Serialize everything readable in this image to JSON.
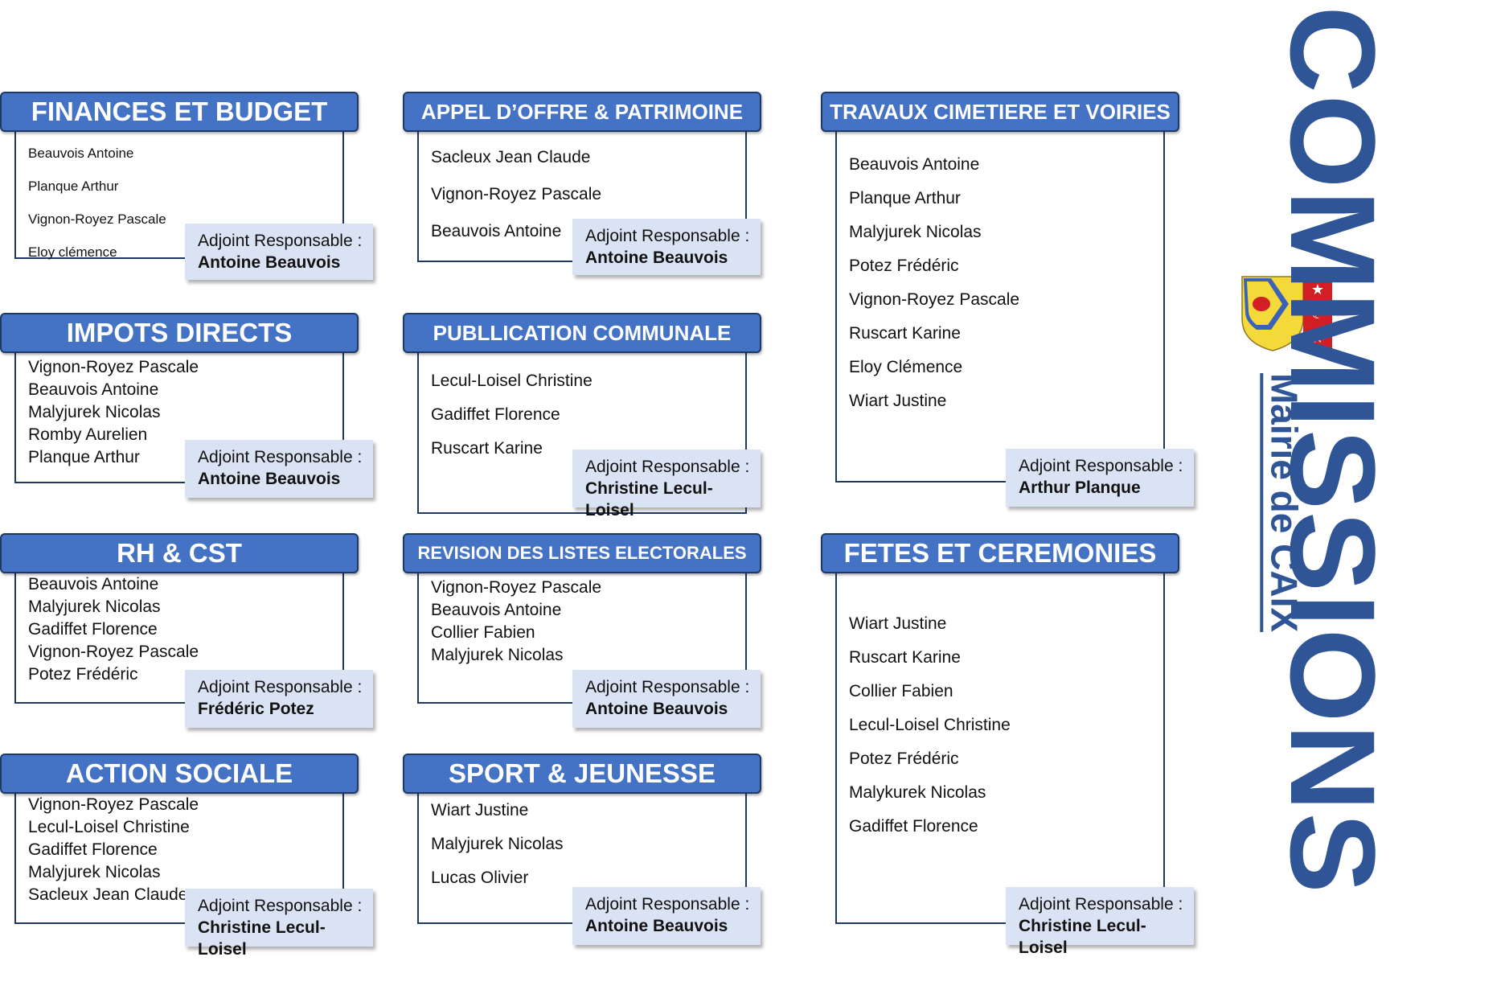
{
  "title": "COMMISSIONS",
  "subtitle": "Mairie de CAIX",
  "adjoint_label": "Adjoint Responsable :",
  "commissions": [
    {
      "name": "FINANCES ET BUDGET",
      "members": [
        "Beauvois Antoine",
        "Planque Arthur",
        "Vignon-Royez Pascale",
        "Eloy clémence"
      ],
      "responsable": "Antoine Beauvois"
    },
    {
      "name": "IMPOTS DIRECTS",
      "members": [
        "Vignon-Royez Pascale",
        "Beauvois Antoine",
        "Malyjurek Nicolas",
        "Romby Aurelien",
        "Planque Arthur"
      ],
      "responsable": "Antoine Beauvois"
    },
    {
      "name": "RH & CST",
      "members": [
        "Beauvois Antoine",
        "Malyjurek Nicolas",
        "Gadiffet Florence",
        "Vignon-Royez Pascale",
        "Potez Frédéric"
      ],
      "responsable": "Frédéric Potez"
    },
    {
      "name": "ACTION SOCIALE",
      "members": [
        "Vignon-Royez Pascale",
        "Lecul-Loisel Christine",
        "Gadiffet Florence",
        "Malyjurek Nicolas",
        "Sacleux Jean Claude"
      ],
      "responsable": "Christine Lecul-Loisel"
    },
    {
      "name": "APPEL D’OFFRE & PATRIMOINE",
      "members": [
        "Sacleux Jean Claude",
        "Vignon-Royez Pascale",
        "Beauvois Antoine"
      ],
      "responsable": "Antoine Beauvois"
    },
    {
      "name": "PUBLLICATION COMMUNALE",
      "members": [
        "Lecul-Loisel Christine",
        "Gadiffet Florence",
        "Ruscart Karine"
      ],
      "responsable": "Christine Lecul-Loisel"
    },
    {
      "name": "REVISION DES LISTES ELECTORALES",
      "members": [
        "Vignon-Royez Pascale",
        "Beauvois Antoine",
        "Collier Fabien",
        "Malyjurek Nicolas"
      ],
      "responsable": "Antoine Beauvois"
    },
    {
      "name": "SPORT & JEUNESSE",
      "members": [
        "Wiart Justine",
        "Malyjurek Nicolas",
        "Lucas Olivier"
      ],
      "responsable": "Antoine Beauvois"
    },
    {
      "name": "TRAVAUX CIMETIERE ET VOIRIES",
      "members": [
        "Beauvois Antoine",
        "Planque Arthur",
        "Malyjurek Nicolas",
        "Potez Frédéric",
        "Vignon-Royez Pascale",
        "Ruscart Karine",
        "Eloy Clémence",
        "Wiart Justine"
      ],
      "responsable": "Arthur Planque"
    },
    {
      "name": "FETES ET CEREMONIES",
      "members": [
        "Wiart Justine",
        "Ruscart Karine",
        "Collier Fabien",
        "Lecul-Loisel Christine",
        "Potez Frédéric",
        "Malykurek Nicolas",
        "Gadiffet Florence"
      ],
      "responsable": "Christine Lecul-Loisel"
    }
  ],
  "crest": {
    "icon": "coat-of-arms-icon",
    "colors": [
      "#f5d93a",
      "#3a63b8",
      "#d21f26",
      "#ffffff"
    ]
  }
}
